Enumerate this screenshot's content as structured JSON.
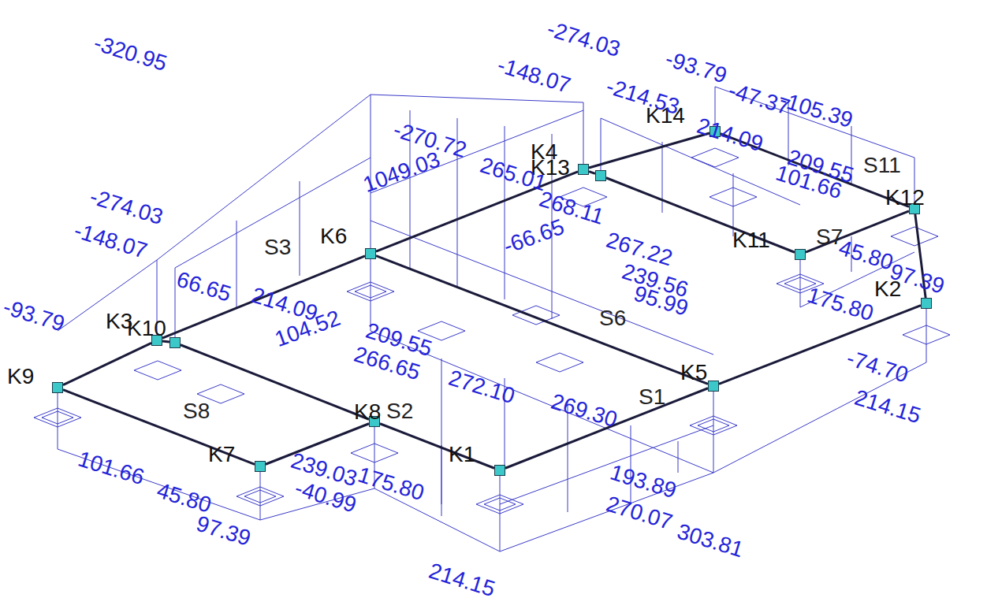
{
  "diagram": {
    "nodes": [
      {
        "text": [
          "K1"
        ]
      },
      {
        "text": [
          "K2"
        ]
      },
      {
        "text": [
          "K3"
        ]
      },
      {
        "text": [
          "K4"
        ]
      },
      {
        "text": [
          "K5"
        ]
      },
      {
        "text": [
          "K6"
        ]
      },
      {
        "text": [
          "K7"
        ]
      },
      {
        "text": [
          "K8"
        ]
      },
      {
        "text": [
          "K9"
        ]
      },
      {
        "text": [
          "K10"
        ]
      },
      {
        "text": [
          "K11"
        ]
      },
      {
        "text": [
          "K12"
        ]
      },
      {
        "text": [
          "K13"
        ]
      },
      {
        "text": [
          "K14"
        ]
      }
    ],
    "edges": [
      {
        "from": 0,
        "to": 4,
        "arrow": "none",
        "label": "S1"
      },
      {
        "from": 7,
        "to": 0,
        "arrow": "none",
        "label": "S2"
      },
      {
        "from": 9,
        "to": 7,
        "arrow": "none"
      },
      {
        "from": 8,
        "to": 6,
        "arrow": "none"
      },
      {
        "from": 6,
        "to": 7,
        "arrow": "none"
      },
      {
        "from": 8,
        "to": 2,
        "arrow": "none"
      },
      {
        "from": 2,
        "to": 9,
        "arrow": "none"
      },
      {
        "from": 2,
        "to": 5,
        "arrow": "none",
        "label": "S3"
      },
      {
        "from": 5,
        "to": 3,
        "arrow": "none"
      },
      {
        "from": 3,
        "to": 12,
        "arrow": "none"
      },
      {
        "from": 5,
        "to": 4,
        "arrow": "none",
        "label": "S6"
      },
      {
        "from": 4,
        "to": 1,
        "arrow": "none"
      },
      {
        "from": 1,
        "to": 11,
        "arrow": "none"
      },
      {
        "from": 11,
        "to": 13,
        "arrow": "none",
        "label": "S11"
      },
      {
        "from": 13,
        "to": 3,
        "arrow": "none"
      },
      {
        "from": 12,
        "to": 10,
        "arrow": "none"
      },
      {
        "from": 10,
        "to": 11,
        "arrow": "none",
        "label": "S7"
      }
    ],
    "labels": [
      "-274.03",
      "-148.07",
      "-214.53",
      "-93.79",
      "-47.37",
      "-105.39",
      "214.09",
      "209.55",
      "101.66",
      "-320.95",
      "-270.72",
      "265.01",
      "1049.03",
      "268.11",
      "-66.65",
      "267.22",
      "239.56",
      "95.99",
      "175.80",
      "45.80",
      "97.39",
      "-74.70",
      "214.15",
      "-274.03",
      "-148.07",
      "66.65",
      "214.09",
      "104.52",
      "209.55",
      "266.65",
      "272.10",
      "269.30",
      "193.89",
      "270.07",
      "303.81",
      "214.15",
      "-93.79",
      "101.66",
      "45.80",
      "97.39",
      "239.03",
      "-40.99",
      "175.80",
      "S8"
    ]
  }
}
